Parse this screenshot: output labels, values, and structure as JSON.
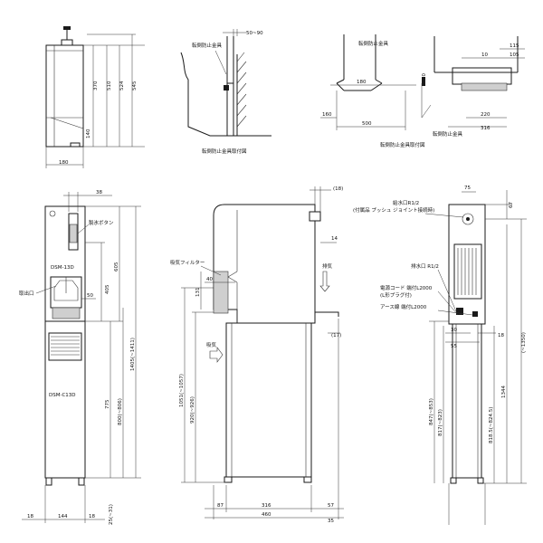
{
  "views": {
    "top_left": {
      "dims": [
        "370",
        "510",
        "524",
        "545",
        "140",
        "180"
      ]
    },
    "top_middle": {
      "dim_top": "50~90",
      "label_part": "転倒防止金具",
      "caption": "転倒防止金具取付図"
    },
    "top_right": {
      "dims": [
        "115",
        "10",
        "105",
        "180",
        "50",
        "160",
        "500",
        "220",
        "316"
      ],
      "label_part": "転倒防止金具",
      "caption": "転倒防止金具取付図"
    },
    "front": {
      "top_dim": "38",
      "labels": {
        "button": "製氷ボタン",
        "outlet": "取出口",
        "model_top": "DSM-13D",
        "model_bottom": "DSM-C13D"
      },
      "dims": [
        "605",
        "405",
        "50",
        "1405(~1411)",
        "775",
        "800(~806)"
      ],
      "bottom_dims": [
        "18",
        "144",
        "18",
        "25(~31)"
      ]
    },
    "side": {
      "top_dim": "(18)",
      "labels": {
        "filter": "吸気フィルター",
        "exhaust": "排気",
        "intake": "吸気"
      },
      "dims": [
        "14",
        "40",
        "131",
        "(17)",
        "1051(~1057)",
        "920(~926)"
      ],
      "bottom_dims": [
        "87",
        "316",
        "57",
        "460",
        "35"
      ]
    },
    "rear": {
      "top_dims": [
        "75",
        "67"
      ],
      "labels": {
        "water_supply": "給水口R1/2",
        "water_supply_note": "(付属品 プッシュ ジョイント接続時)",
        "drain": "排水口 R1/2",
        "power": "電源コード 端付L2000",
        "plug": "(L形プラグ付)",
        "earth": "アース線 端付L2000"
      },
      "dims": [
        "(~1350)",
        "1344",
        "30",
        "55",
        "18",
        "847(~853)",
        "817(~823)",
        "818.5(~824.5)"
      ]
    }
  }
}
